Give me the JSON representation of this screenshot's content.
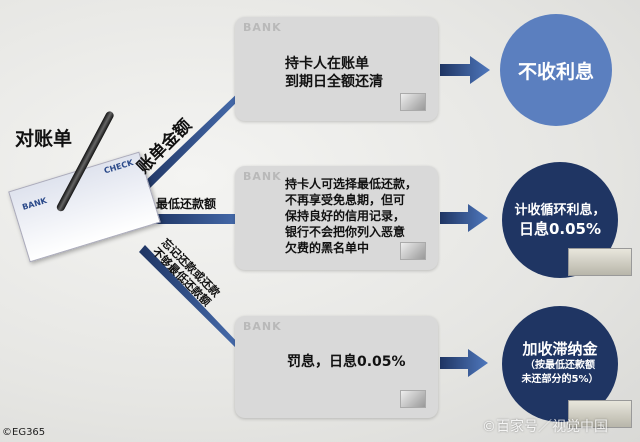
{
  "title": "对账单",
  "check": {
    "bank": "BANK",
    "check": "CHECK"
  },
  "branches": [
    {
      "arrow_label": "账单金额",
      "box_bank": "BANK",
      "box_text": [
        "持卡人在账单",
        "到期日全额还清"
      ],
      "result": [
        "不收利息"
      ]
    },
    {
      "arrow_label": "最低还款额",
      "box_bank": "BANK",
      "box_text": [
        "持卡人可选择最低还款，",
        "不再享受免息期，但可",
        "保持良好的信用记录，",
        "银行不会把你列入恶意",
        "欠费的黑名单中"
      ],
      "result": [
        "计收循环利息，",
        "日息0.05%"
      ]
    },
    {
      "arrow_label": [
        "忘记还款或还款",
        "不够最低还款额"
      ],
      "box_bank": "BANK",
      "box_text": [
        "罚息，日息0.05%"
      ],
      "result": [
        "加收滞纳金",
        "（按最低还款额",
        "未还部分的5%）"
      ]
    }
  ],
  "credit": "©EG365",
  "watermark": "©百家号／视觉中国",
  "colors": {
    "arrow": "#4a70b0",
    "circle_light": "#5b7fbf",
    "circle_dark": "#1f3563"
  }
}
